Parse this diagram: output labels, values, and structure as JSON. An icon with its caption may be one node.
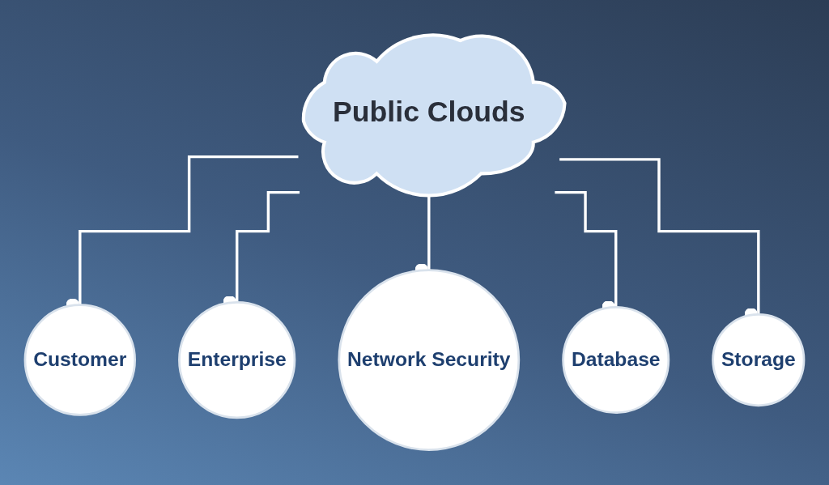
{
  "diagram": {
    "nodes": [
      {
        "text": [
          "Public Clouds"
        ]
      },
      {
        "text": [
          "Customer"
        ]
      },
      {
        "text": [
          "Enterprise"
        ]
      },
      {
        "text": [
          "Network Security"
        ]
      },
      {
        "text": [
          "Database"
        ]
      },
      {
        "text": [
          "Storage"
        ]
      }
    ],
    "edges": [
      {
        "from": 0,
        "to": 1,
        "arrow": "other"
      },
      {
        "from": 0,
        "to": 2,
        "arrow": "other"
      },
      {
        "from": 0,
        "to": 3,
        "arrow": "other"
      },
      {
        "from": 0,
        "to": 4,
        "arrow": "other"
      },
      {
        "from": 0,
        "to": 5,
        "arrow": "other"
      }
    ]
  }
}
